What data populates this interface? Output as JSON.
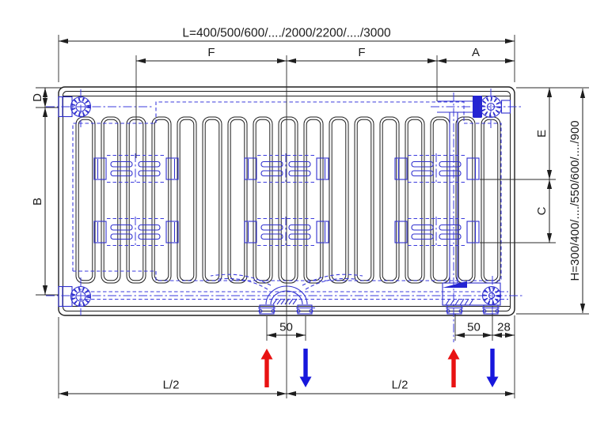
{
  "drawing": {
    "type": "panel radiator dimensional drawing",
    "dims": {
      "length": "L=400/500/600/..../2000/2200/..../3000",
      "f_left": "F",
      "f_right": "F",
      "a": "A",
      "d": "D",
      "b": "B",
      "e": "E",
      "c": "C",
      "height": "H=300/400/..../550/600/..../900",
      "center_spacing": "50",
      "right_spacing": "50",
      "edge_offset": "28",
      "half_left": "L/2",
      "half_right": "L/2"
    }
  },
  "colors": {
    "outline": "#1e1e1e",
    "hidden_parts_blue": "#3030cf",
    "flow_in_red": "#e81212",
    "flow_out_blue": "#1717dc",
    "background": "#ffffff"
  }
}
